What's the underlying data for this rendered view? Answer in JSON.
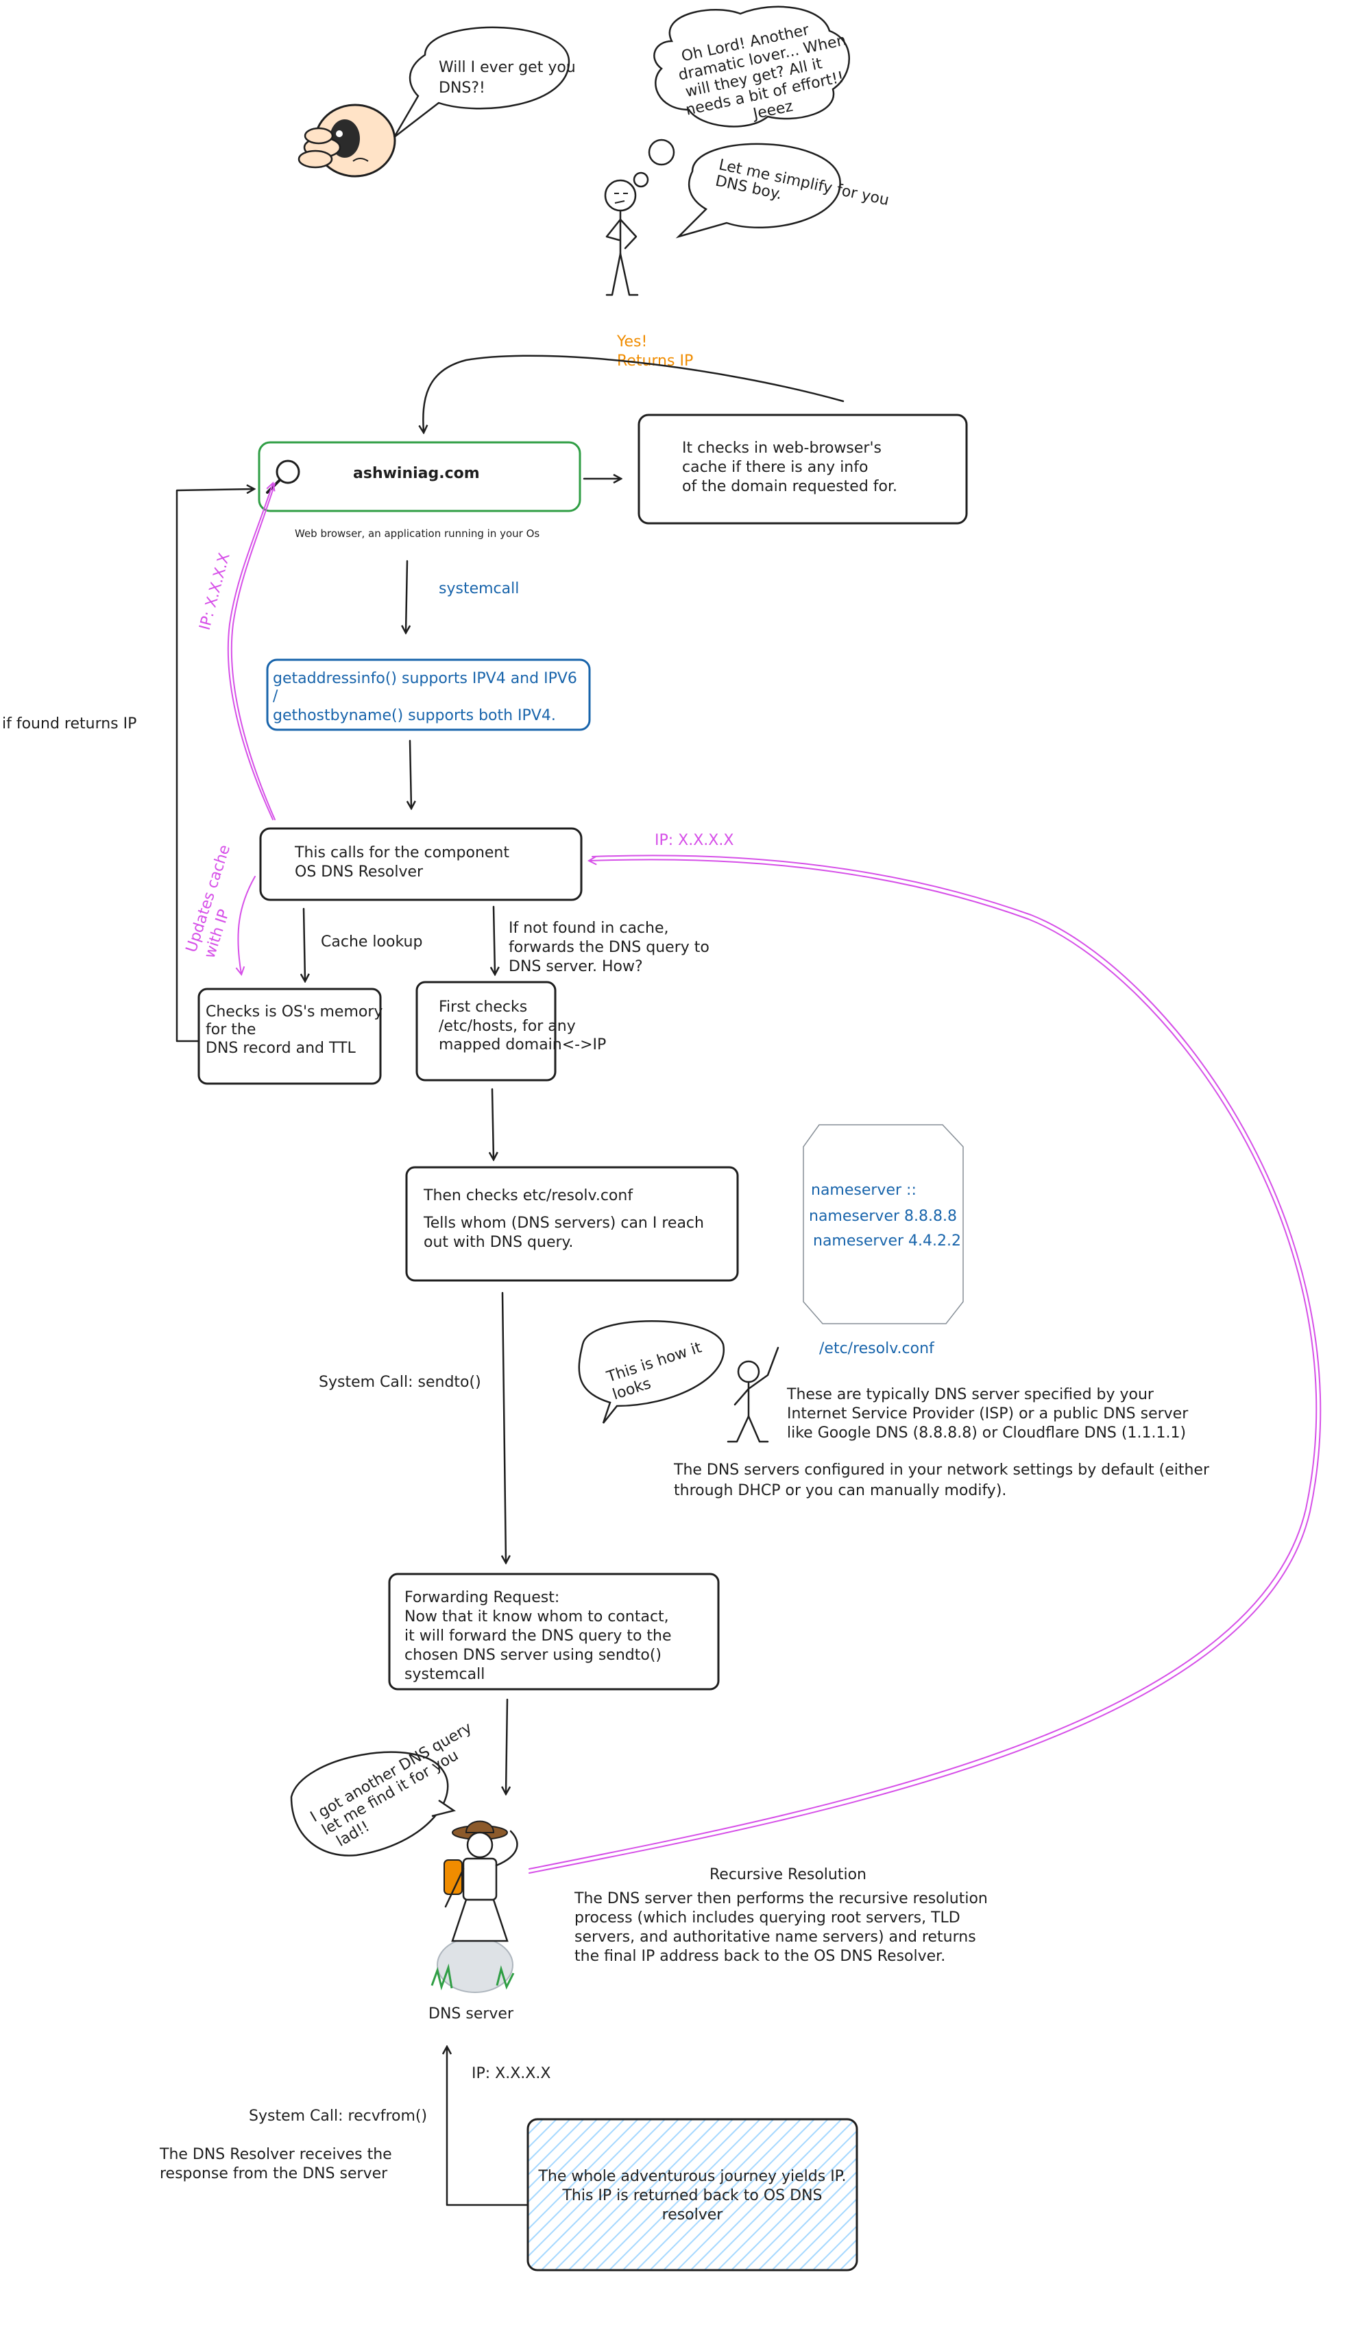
{
  "domain_entry": {
    "url": "ashwiniag.com",
    "caption": "Web browser, an application running in your Os"
  },
  "speech": {
    "dns_user": [
      "Will I ever get you",
      "DNS?!"
    ],
    "thought": [
      "Oh Lord! Another",
      "dramatic lover... When",
      "will they get? All it",
      "needs a bit of effort!!",
      "Jeeez"
    ],
    "simplify": [
      "Let me simplify for you",
      "DNS boy."
    ],
    "how_it_looks": [
      "This is how it",
      "looks"
    ],
    "dns_server_bubble": [
      "I got another DNS query",
      "let me find it for you",
      "lad!!"
    ]
  },
  "browser_cache": {
    "text": [
      "It checks in web-browser's",
      "cache if there is any info",
      "of the domain requested for."
    ],
    "hit_label": [
      "Yes!",
      "Returns IP"
    ]
  },
  "systemcall_label": "systemcall",
  "syscall_box": {
    "lines": [
      "getaddressinfo() supports IPV4 and IPV6",
      "/",
      "gethostbyname() supports both IPV4."
    ]
  },
  "resolver_box": {
    "lines": [
      "This calls for the component",
      "OS DNS Resolver"
    ]
  },
  "left_flow": {
    "found_label": "if found returns IP",
    "ip_label": "IP: X.X.X.X",
    "updates_label": [
      "Updates cache",
      "with IP"
    ]
  },
  "cache_lookup_label": "Cache lookup",
  "os_memory_box": {
    "lines": [
      "Checks is OS's memory",
      "for the",
      "DNS record and TTL"
    ]
  },
  "not_found_label": [
    "If not found in cache,",
    "forwards the DNS query to",
    "DNS server. How?"
  ],
  "hosts_box": {
    "lines": [
      "First checks",
      "/etc/hosts, for any",
      "mapped domain<->IP"
    ]
  },
  "resolv_box": {
    "lines": [
      "Then checks etc/resolv.conf",
      "Tells whom (DNS servers) can I reach",
      "out with DNS query."
    ]
  },
  "resolv_file": {
    "lines": [
      "nameserver ::",
      "nameserver 8.8.8.8",
      "nameserver 4.4.2.2"
    ],
    "caption": "/etc/resolv.conf"
  },
  "dns_notes": {
    "isp": [
      "These are  typically DNS server specified by your",
      "Internet Service Provider (ISP) or a public DNS server",
      "like Google DNS (8.8.8.8) or Cloudflare DNS (1.1.1.1)"
    ],
    "config": [
      "The DNS servers configured in your network settings by default (either",
      "through DHCP or you can manually modify)."
    ]
  },
  "sendto_label": "System Call: sendto()",
  "forward_box": {
    "lines": [
      "Forwarding Request:",
      "Now that it know whom to contact,",
      "it will forward the DNS query to the",
      "chosen DNS server using sendto()",
      "systemcall"
    ]
  },
  "right_ip_label": "IP: X.X.X.X",
  "recursive": {
    "title": "Recursive Resolution",
    "lines": [
      "The DNS server then performs the recursive resolution",
      "process (which includes querying root servers, TLD",
      "servers, and authoritative name servers) and returns",
      "the final IP address back to the OS DNS Resolver."
    ]
  },
  "dns_server_label": "DNS server",
  "bottom_ip_label": "IP: X.X.X.X",
  "recvfrom": {
    "label": "System Call: recvfrom()",
    "note": [
      "The DNS Resolver receives the",
      "response from the DNS server"
    ]
  },
  "journey_box": {
    "lines": [
      "The whole adventurous journey yields IP.",
      "This IP is returned back to OS DNS",
      "resolver"
    ]
  },
  "colors": {
    "ink": "#1e1e1e",
    "blue": "#1864ab",
    "green": "#2f9e44",
    "orange": "#f08c00",
    "pink": "#d64fe8",
    "hatch": "#a5d8ff"
  },
  "icons": [
    "search-icon",
    "crying-person-icon",
    "stick-figure-icon",
    "explorer-figure-icon"
  ]
}
